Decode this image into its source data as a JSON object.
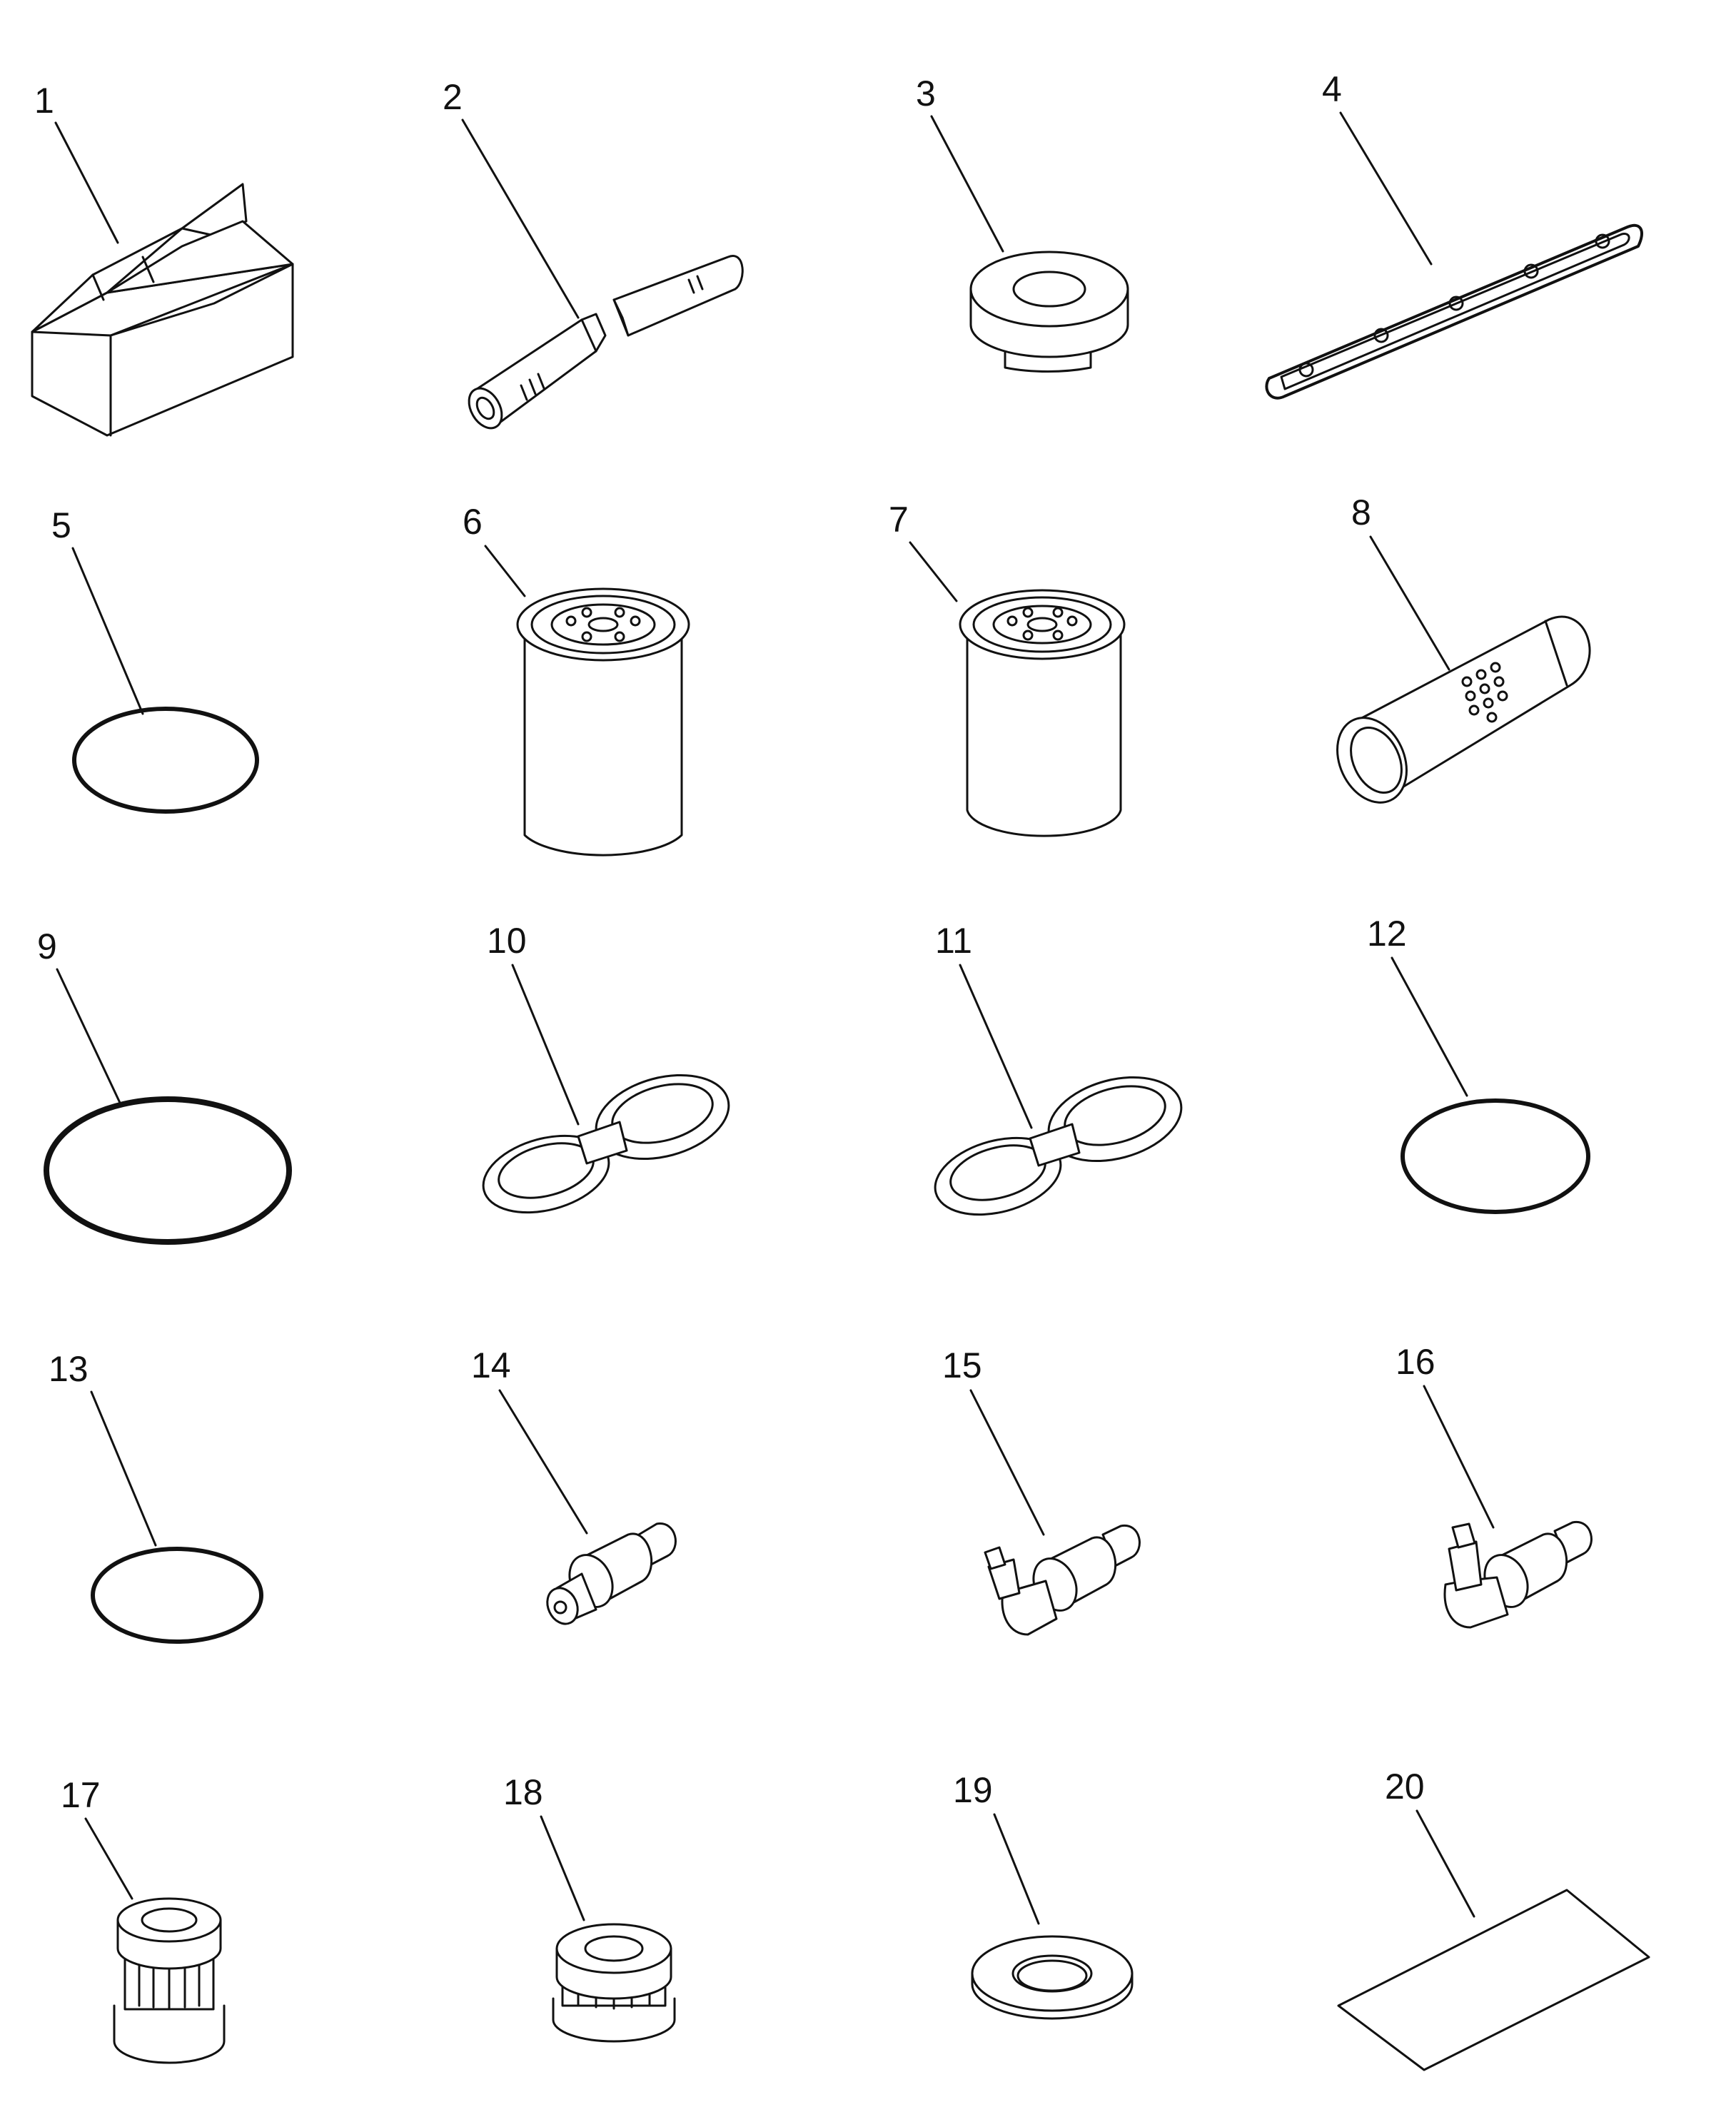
{
  "parts": [
    {
      "number": "1",
      "icon": "box-icon"
    },
    {
      "number": "2",
      "icon": "hose-icon"
    },
    {
      "number": "3",
      "icon": "bushing-icon"
    },
    {
      "number": "4",
      "icon": "cover-gasket-icon"
    },
    {
      "number": "5",
      "icon": "o-ring-icon"
    },
    {
      "number": "6",
      "icon": "spin-on-filter-icon"
    },
    {
      "number": "7",
      "icon": "spin-on-filter-icon"
    },
    {
      "number": "8",
      "icon": "filter-element-icon"
    },
    {
      "number": "9",
      "icon": "o-ring-icon"
    },
    {
      "number": "10",
      "icon": "filter-wrench-icon"
    },
    {
      "number": "11",
      "icon": "filter-wrench-icon"
    },
    {
      "number": "12",
      "icon": "o-ring-icon"
    },
    {
      "number": "13",
      "icon": "o-ring-icon"
    },
    {
      "number": "14",
      "icon": "straight-fitting-icon"
    },
    {
      "number": "15",
      "icon": "elbow-fitting-icon"
    },
    {
      "number": "16",
      "icon": "elbow-fitting-icon"
    },
    {
      "number": "17",
      "icon": "strainer-icon"
    },
    {
      "number": "18",
      "icon": "strainer-icon"
    },
    {
      "number": "19",
      "icon": "washer-icon"
    },
    {
      "number": "20",
      "icon": "sheet-icon"
    }
  ],
  "colors": {
    "line": "#111111",
    "background": "#ffffff"
  }
}
